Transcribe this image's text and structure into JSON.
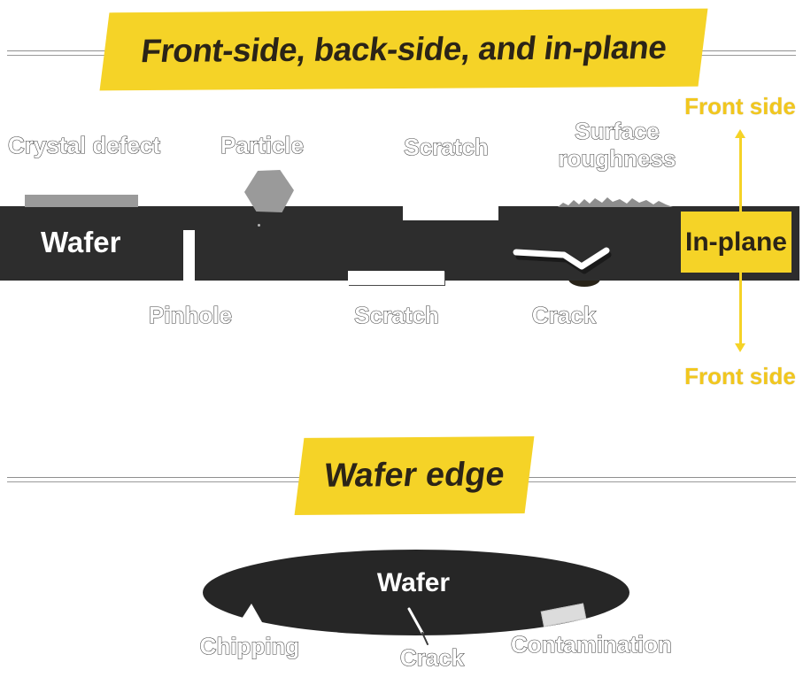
{
  "colors": {
    "accent_yellow": "#f5d327",
    "wafer_dark": "#2d2d2d",
    "defect_gray": "#9a9a9a",
    "contamination_gray": "#dcdcdc",
    "banner_text": "#2b2417"
  },
  "section_cross": {
    "banner": "Front-side, back-side, and in-plane",
    "wafer_label": "Wafer",
    "in_plane_label": "In-plane",
    "side_labels": {
      "top": "Front side",
      "bottom": "Front side"
    },
    "defect_labels_top": [
      "Crystal defect",
      "Particle",
      "Scratch",
      "Surface roughness"
    ],
    "defect_labels_bottom": [
      "Pinhole",
      "Scratch",
      "Crack"
    ]
  },
  "section_edge": {
    "banner": "Wafer edge",
    "wafer_label": "Wafer",
    "defect_labels": [
      "Chipping",
      "Crack",
      "Contamination"
    ]
  }
}
